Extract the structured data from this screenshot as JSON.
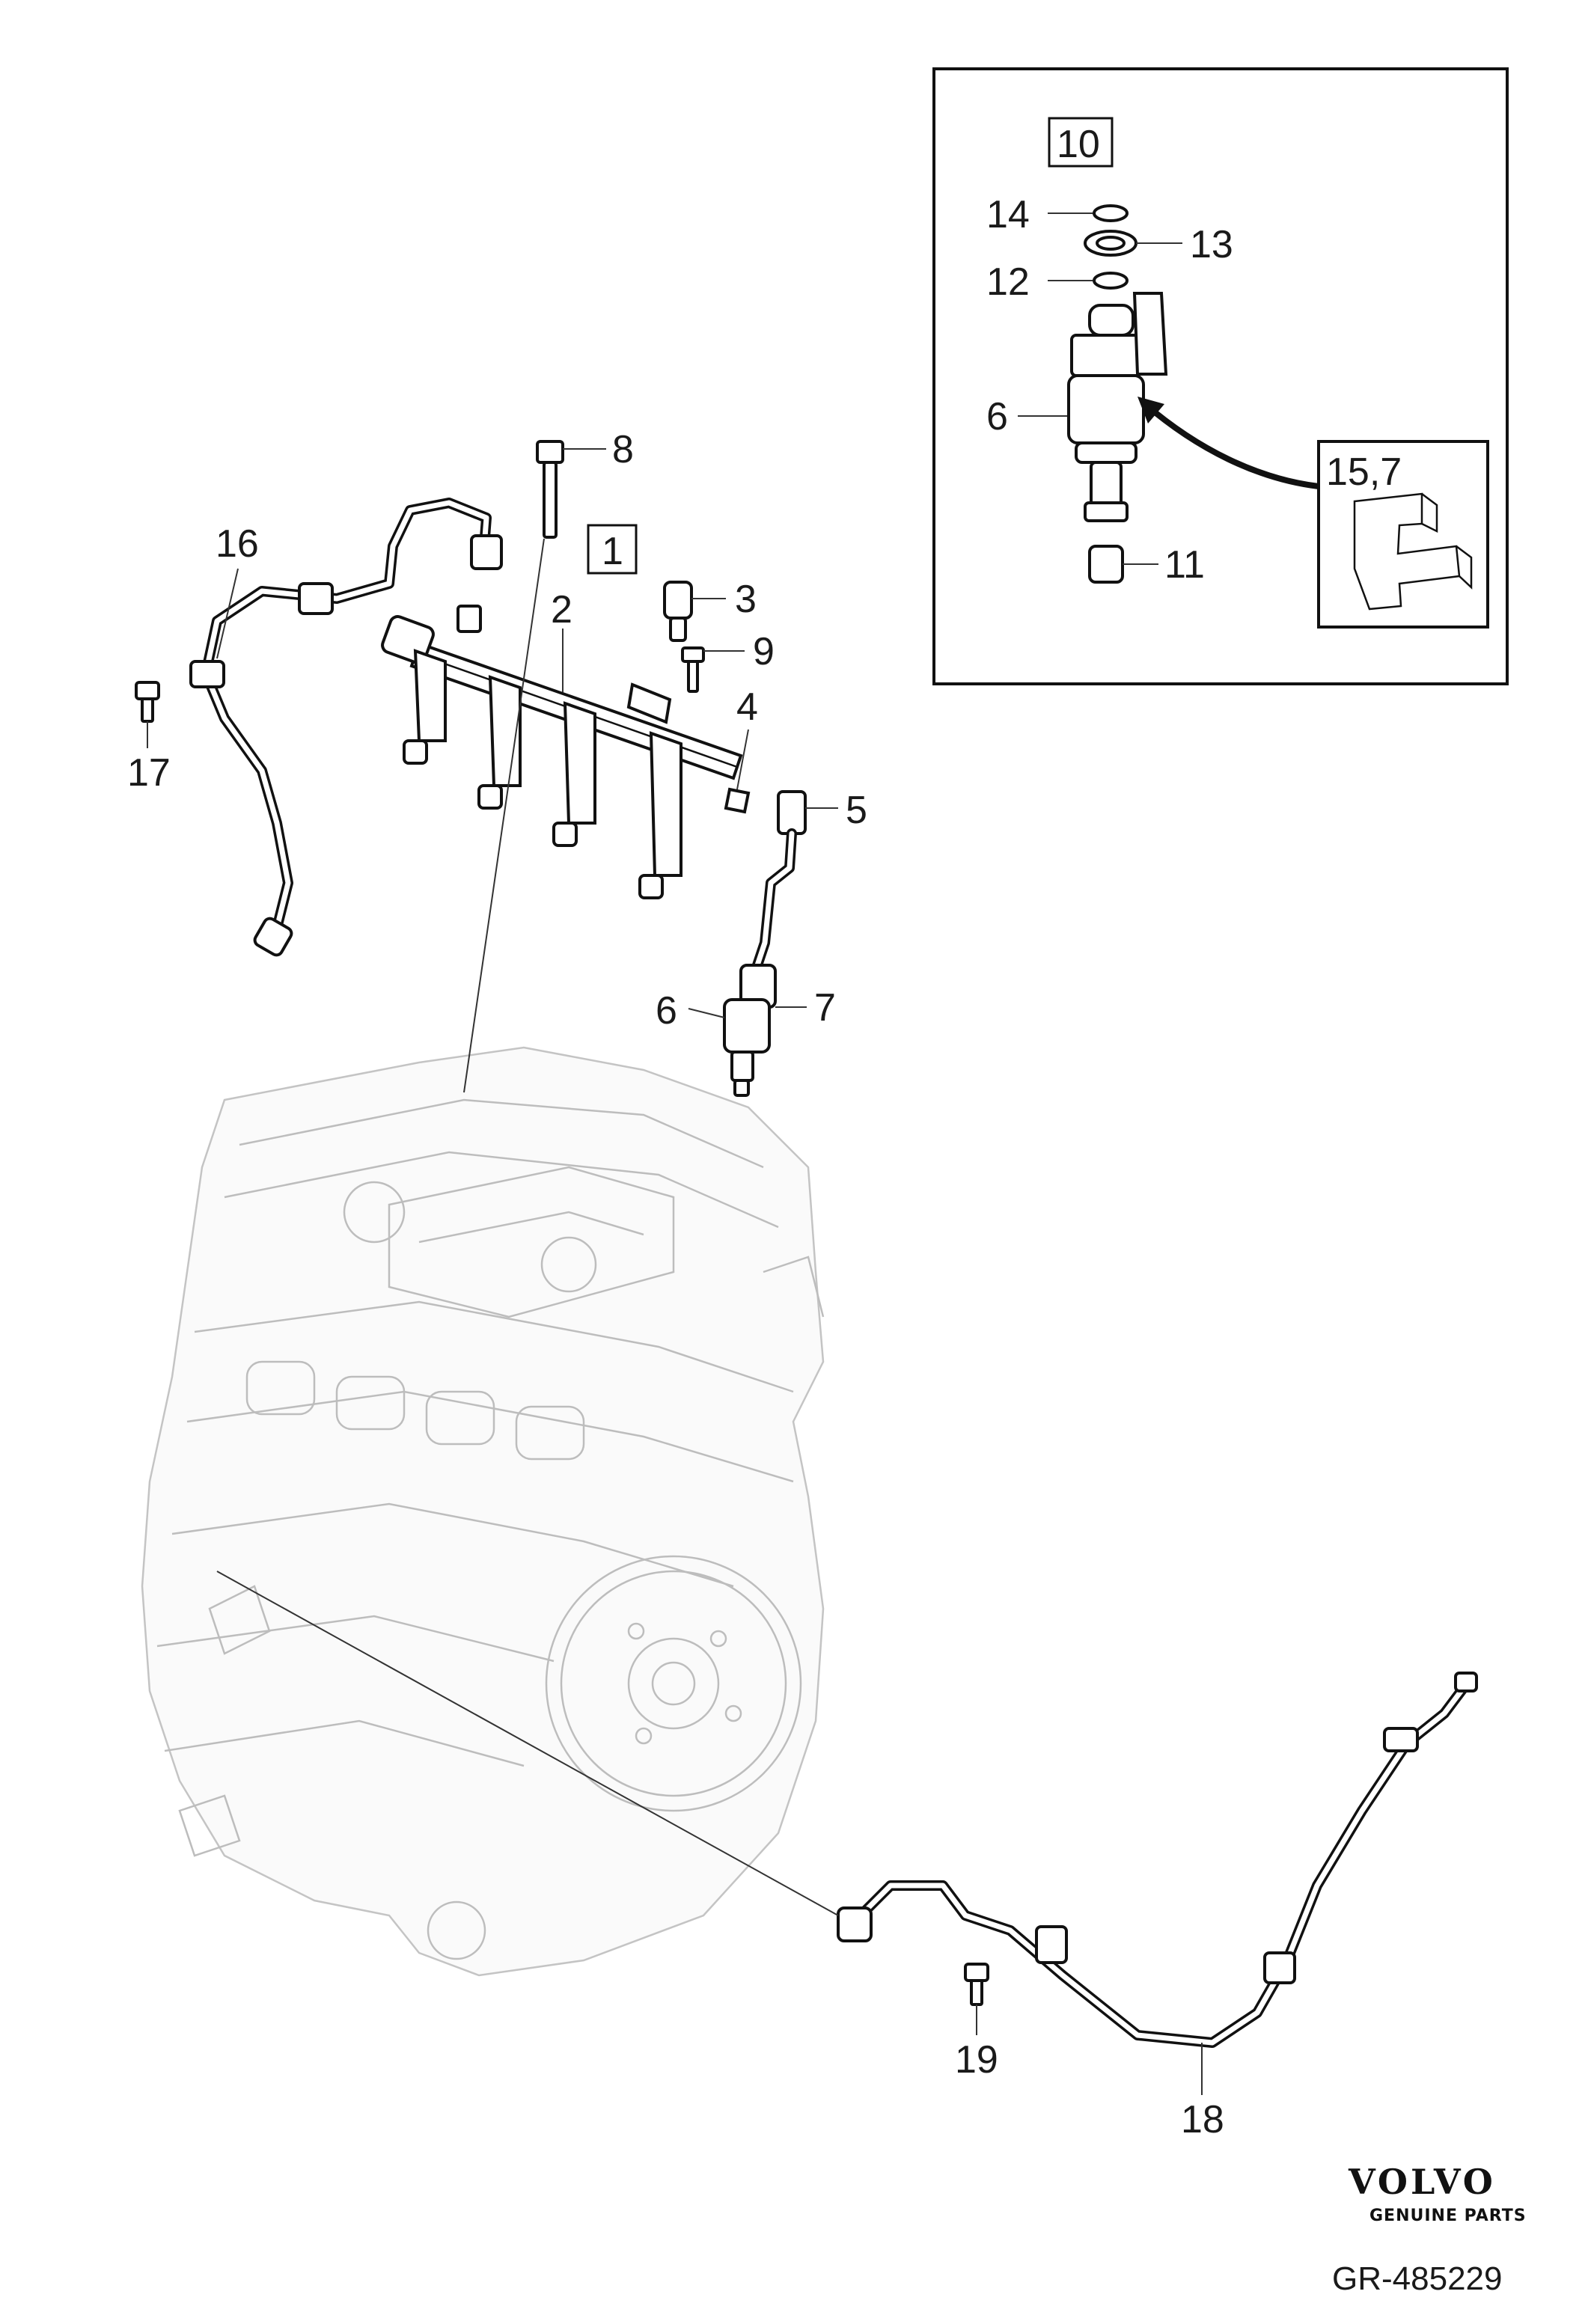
{
  "diagram": {
    "callouts": {
      "c1": "1",
      "c2": "2",
      "c3": "3",
      "c4": "4",
      "c5": "5",
      "c6_main": "6",
      "c7": "7",
      "c8": "8",
      "c9": "9",
      "c16": "16",
      "c17": "17",
      "c18": "18",
      "c19": "19"
    },
    "inset": {
      "c10": "10",
      "c14": "14",
      "c13": "13",
      "c12": "12",
      "c6": "6",
      "c11": "11",
      "c15_7": "15,7"
    },
    "brand": {
      "name": "VOLVO",
      "subtitle": "GENUINE PARTS"
    },
    "reference": "GR-485229"
  }
}
